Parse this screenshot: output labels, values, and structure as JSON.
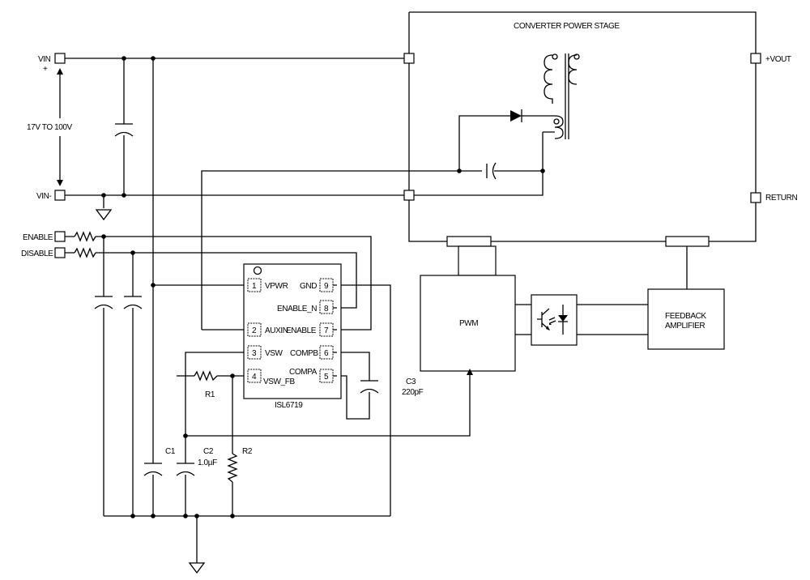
{
  "terminals": {
    "vin_plus": "VIN",
    "plus_sign": "+",
    "vin_minus": "VIN-",
    "voltage_range": "17V TO 100V",
    "enable": "ENABLE",
    "disable": "DISABLE",
    "vout": "+VOUT",
    "return": "RETURN"
  },
  "blocks": {
    "power_stage": "CONVERTER POWER STAGE",
    "pwm": "PWM",
    "feedback_line1": "FEEDBACK",
    "feedback_line2": "AMPLIFIER"
  },
  "ic": {
    "name": "ISL6719",
    "pins": [
      {
        "num": "1",
        "label": "VPWR"
      },
      {
        "num": "2",
        "label": "AUXIN"
      },
      {
        "num": "3",
        "label": "VSW"
      },
      {
        "num": "4",
        "label": "VSW_FB"
      },
      {
        "num": "5",
        "label": "COMPA"
      },
      {
        "num": "6",
        "label": "COMPB"
      },
      {
        "num": "7",
        "label": "ENABLE"
      },
      {
        "num": "8",
        "label": "ENABLE_N"
      },
      {
        "num": "9",
        "label": "GND"
      }
    ]
  },
  "components": {
    "r1": "R1",
    "r2": "R2",
    "c1": "C1",
    "c2": "C2",
    "c2_value": "1.0µF",
    "c3": "C3",
    "c3_value": "220pF"
  }
}
